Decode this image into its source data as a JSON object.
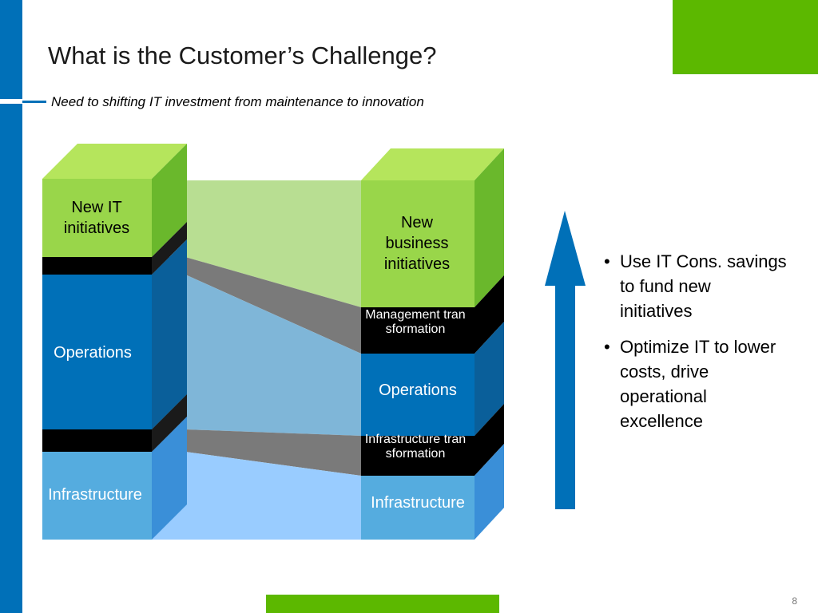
{
  "slide": {
    "title": "What is the Customer’s Challenge?",
    "subtitle": "Need to shifting IT investment from maintenance to innovation",
    "page_number": "8"
  },
  "left_stack": {
    "new_it": "New IT initiatives",
    "operations": "Operations",
    "infrastructure": "Infrastructure"
  },
  "right_stack": {
    "new_business": "New business initiatives",
    "management_transformation": "Management transformation",
    "operations": "Operations",
    "infrastructure_transformation": "Infrastructure transformation",
    "infrastructure": "Infrastructure"
  },
  "bullets": [
    "Use IT Cons. savings to fund new initiatives",
    "Optimize IT to lower costs, drive operational excellence"
  ],
  "colors": {
    "brand_blue": "#0070b8",
    "brand_green": "#5cb800",
    "light_green": "#99d64a",
    "infra_blue": "#55acdf"
  }
}
